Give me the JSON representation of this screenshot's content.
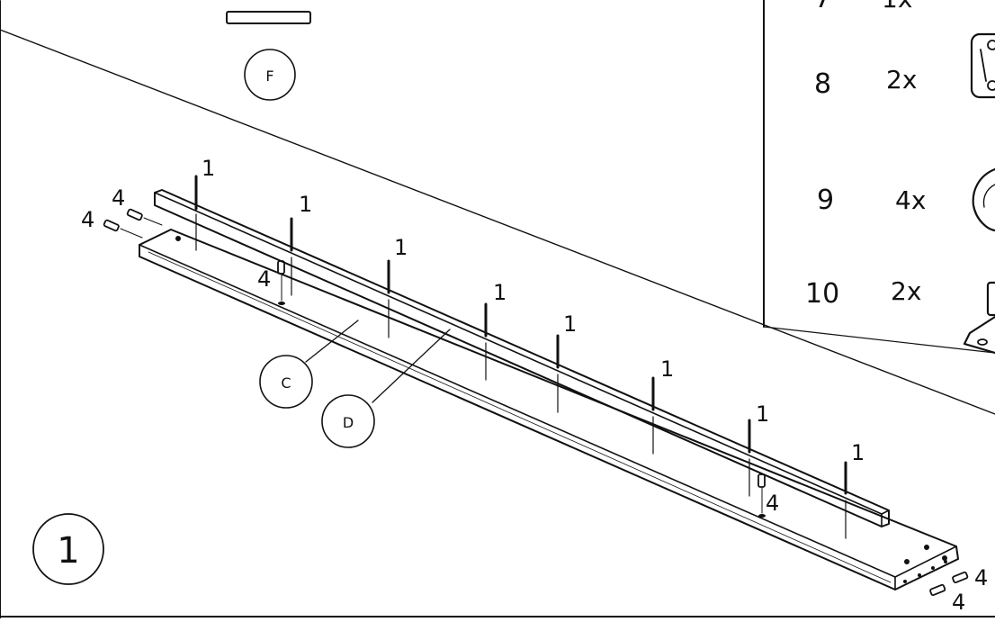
{
  "step": {
    "number": "1"
  },
  "parts": {
    "C": "C",
    "D": "D",
    "F": "F"
  },
  "hardware_table": [
    {
      "item": "7",
      "qty": "1x"
    },
    {
      "item": "8",
      "qty": "2x"
    },
    {
      "item": "9",
      "qty": "4x"
    },
    {
      "item": "10",
      "qty": "2x"
    }
  ],
  "callouts": {
    "screw": "1",
    "dowel": "4"
  }
}
